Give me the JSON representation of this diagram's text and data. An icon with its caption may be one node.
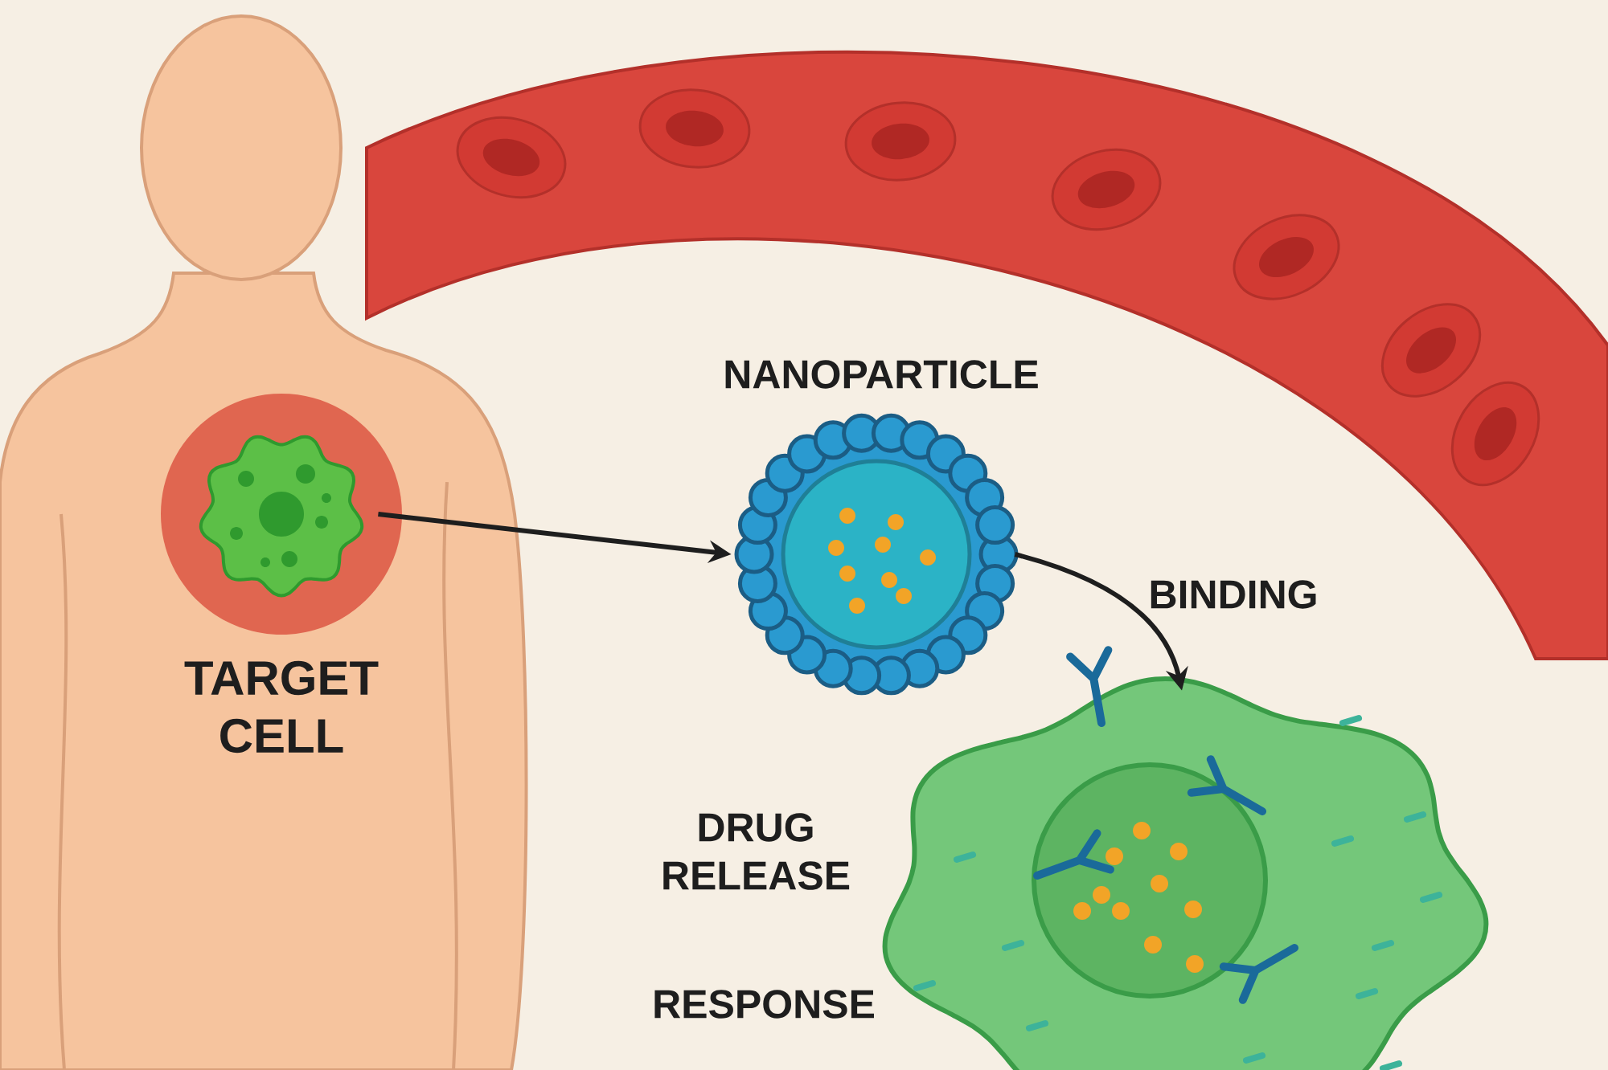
{
  "diagram": {
    "nodes": [
      {
        "text": [
          "TARGET CELL"
        ]
      },
      {
        "text": [
          "NANOPARTICLE"
        ]
      },
      {
        "text": [],
        "shape": "picture"
      }
    ],
    "edges": [
      {
        "from": 0,
        "to": 1,
        "arrow": "to"
      },
      {
        "from": 1,
        "to": 2,
        "arrow": "to",
        "label": "BINDING"
      }
    ],
    "labels": [
      "DRUG RELEASE",
      "RESPONSE"
    ]
  }
}
